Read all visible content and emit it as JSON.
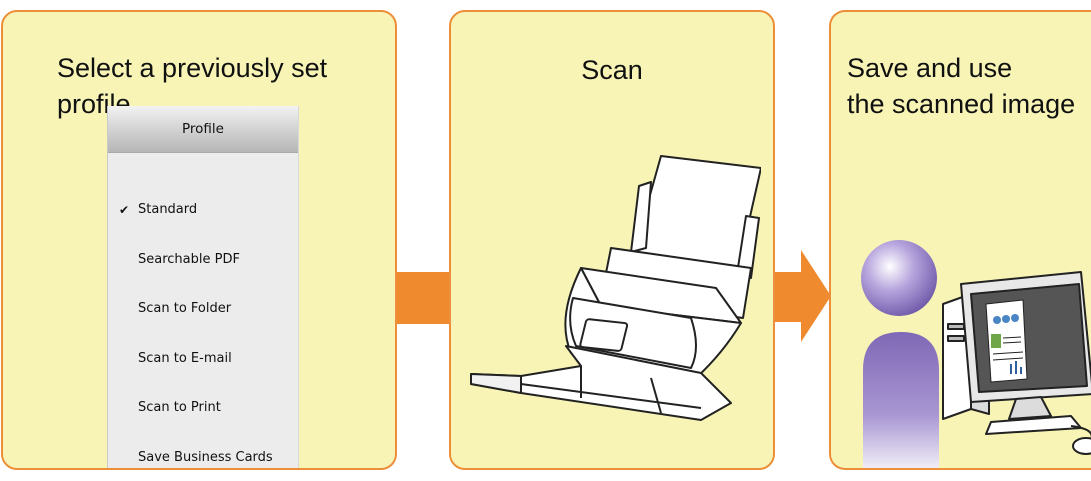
{
  "panels": [
    {
      "text_line1": "Select a previously set",
      "text_line2": "profile",
      "menu": {
        "header": "Profile",
        "items": [
          {
            "label": "Standard",
            "checked": true
          },
          {
            "label": "Searchable PDF",
            "checked": false
          },
          {
            "label": "Scan to Folder",
            "checked": false
          },
          {
            "label": "Scan to E-mail",
            "checked": false
          },
          {
            "label": "Scan to Print",
            "checked": false
          },
          {
            "label": "Save Business Cards",
            "checked": false
          }
        ]
      }
    },
    {
      "text_line1": "Scan",
      "illustration": "scanner-icon"
    },
    {
      "text_line1": "Save and use",
      "text_line2": "the scanned image",
      "illustration": "person-at-computer-icon"
    }
  ],
  "colors": {
    "panel_fill": "#f7f4b6",
    "panel_border": "#ed8f3a",
    "arrow": "#ef8a2e",
    "person": "#8e78c0"
  },
  "icons": [
    "checkmark-icon",
    "arrow-right-icon",
    "scanner-icon",
    "person-icon",
    "computer-icon"
  ]
}
